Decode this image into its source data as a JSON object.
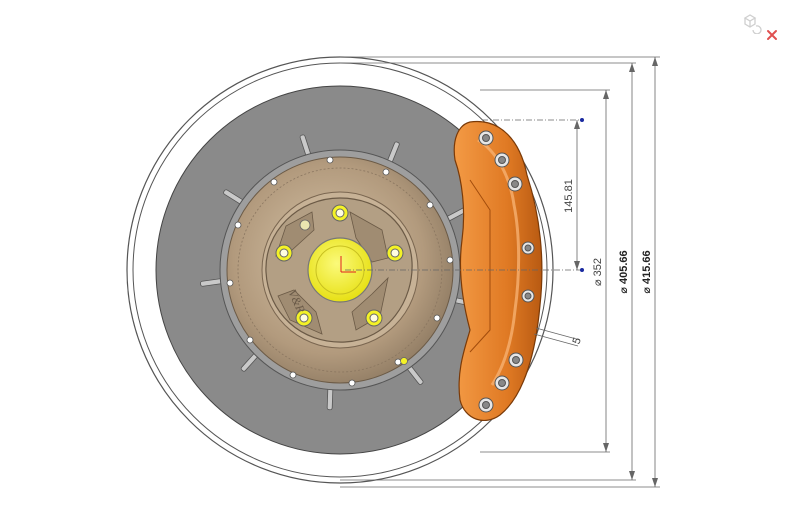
{
  "colors": {
    "background": "#ffffff",
    "outline": "#555555",
    "disc_surface": "#8a8a8a",
    "slot": "#c9c9c9",
    "hat_bronze": "#b29a7d",
    "hat_inner": "#c7b296",
    "hub_yellow": "#f4f227",
    "caliper_orange": "#e07a24",
    "caliper_highlight": "#f39a45",
    "dimension_line": "#666666",
    "dimension_point": "#1a2aa0",
    "origin_axis_red": "#e02020",
    "tool_icon": "#cfcfcf",
    "close_icon": "#e05050"
  },
  "icons": {
    "view_tool": "rotate-view-icon",
    "close": "close-icon"
  },
  "dimensions": {
    "outer_diameter": "⌀ 415.66",
    "disc_diameter": "⌀ 405.66",
    "pad_diameter": "⌀ 352",
    "offset": "145.81",
    "gap": "5"
  },
  "logo_text": "V&R"
}
